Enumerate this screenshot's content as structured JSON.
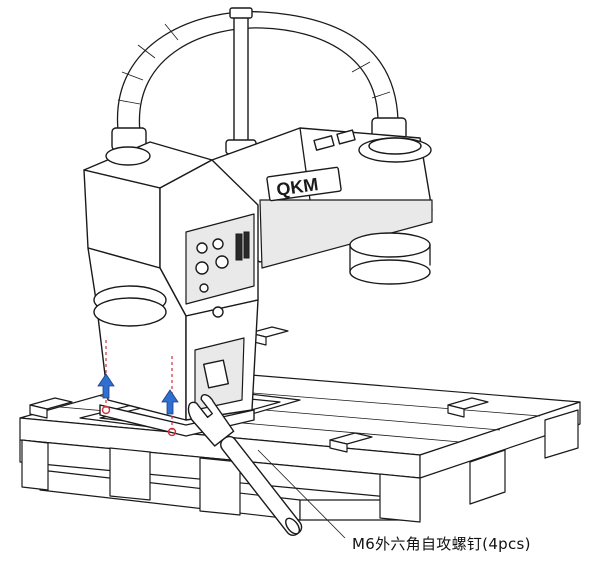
{
  "caption": "M6外六角自攻螺钉(4pcs)",
  "arrow_color": "#2f6fd0",
  "hole_marker_color": "#d0303a",
  "bolt_count": 4,
  "icons": [
    "robot-arm-illustration",
    "wooden-pallet",
    "wrench-icon",
    "up-arrow-icon",
    "screw-icon"
  ]
}
